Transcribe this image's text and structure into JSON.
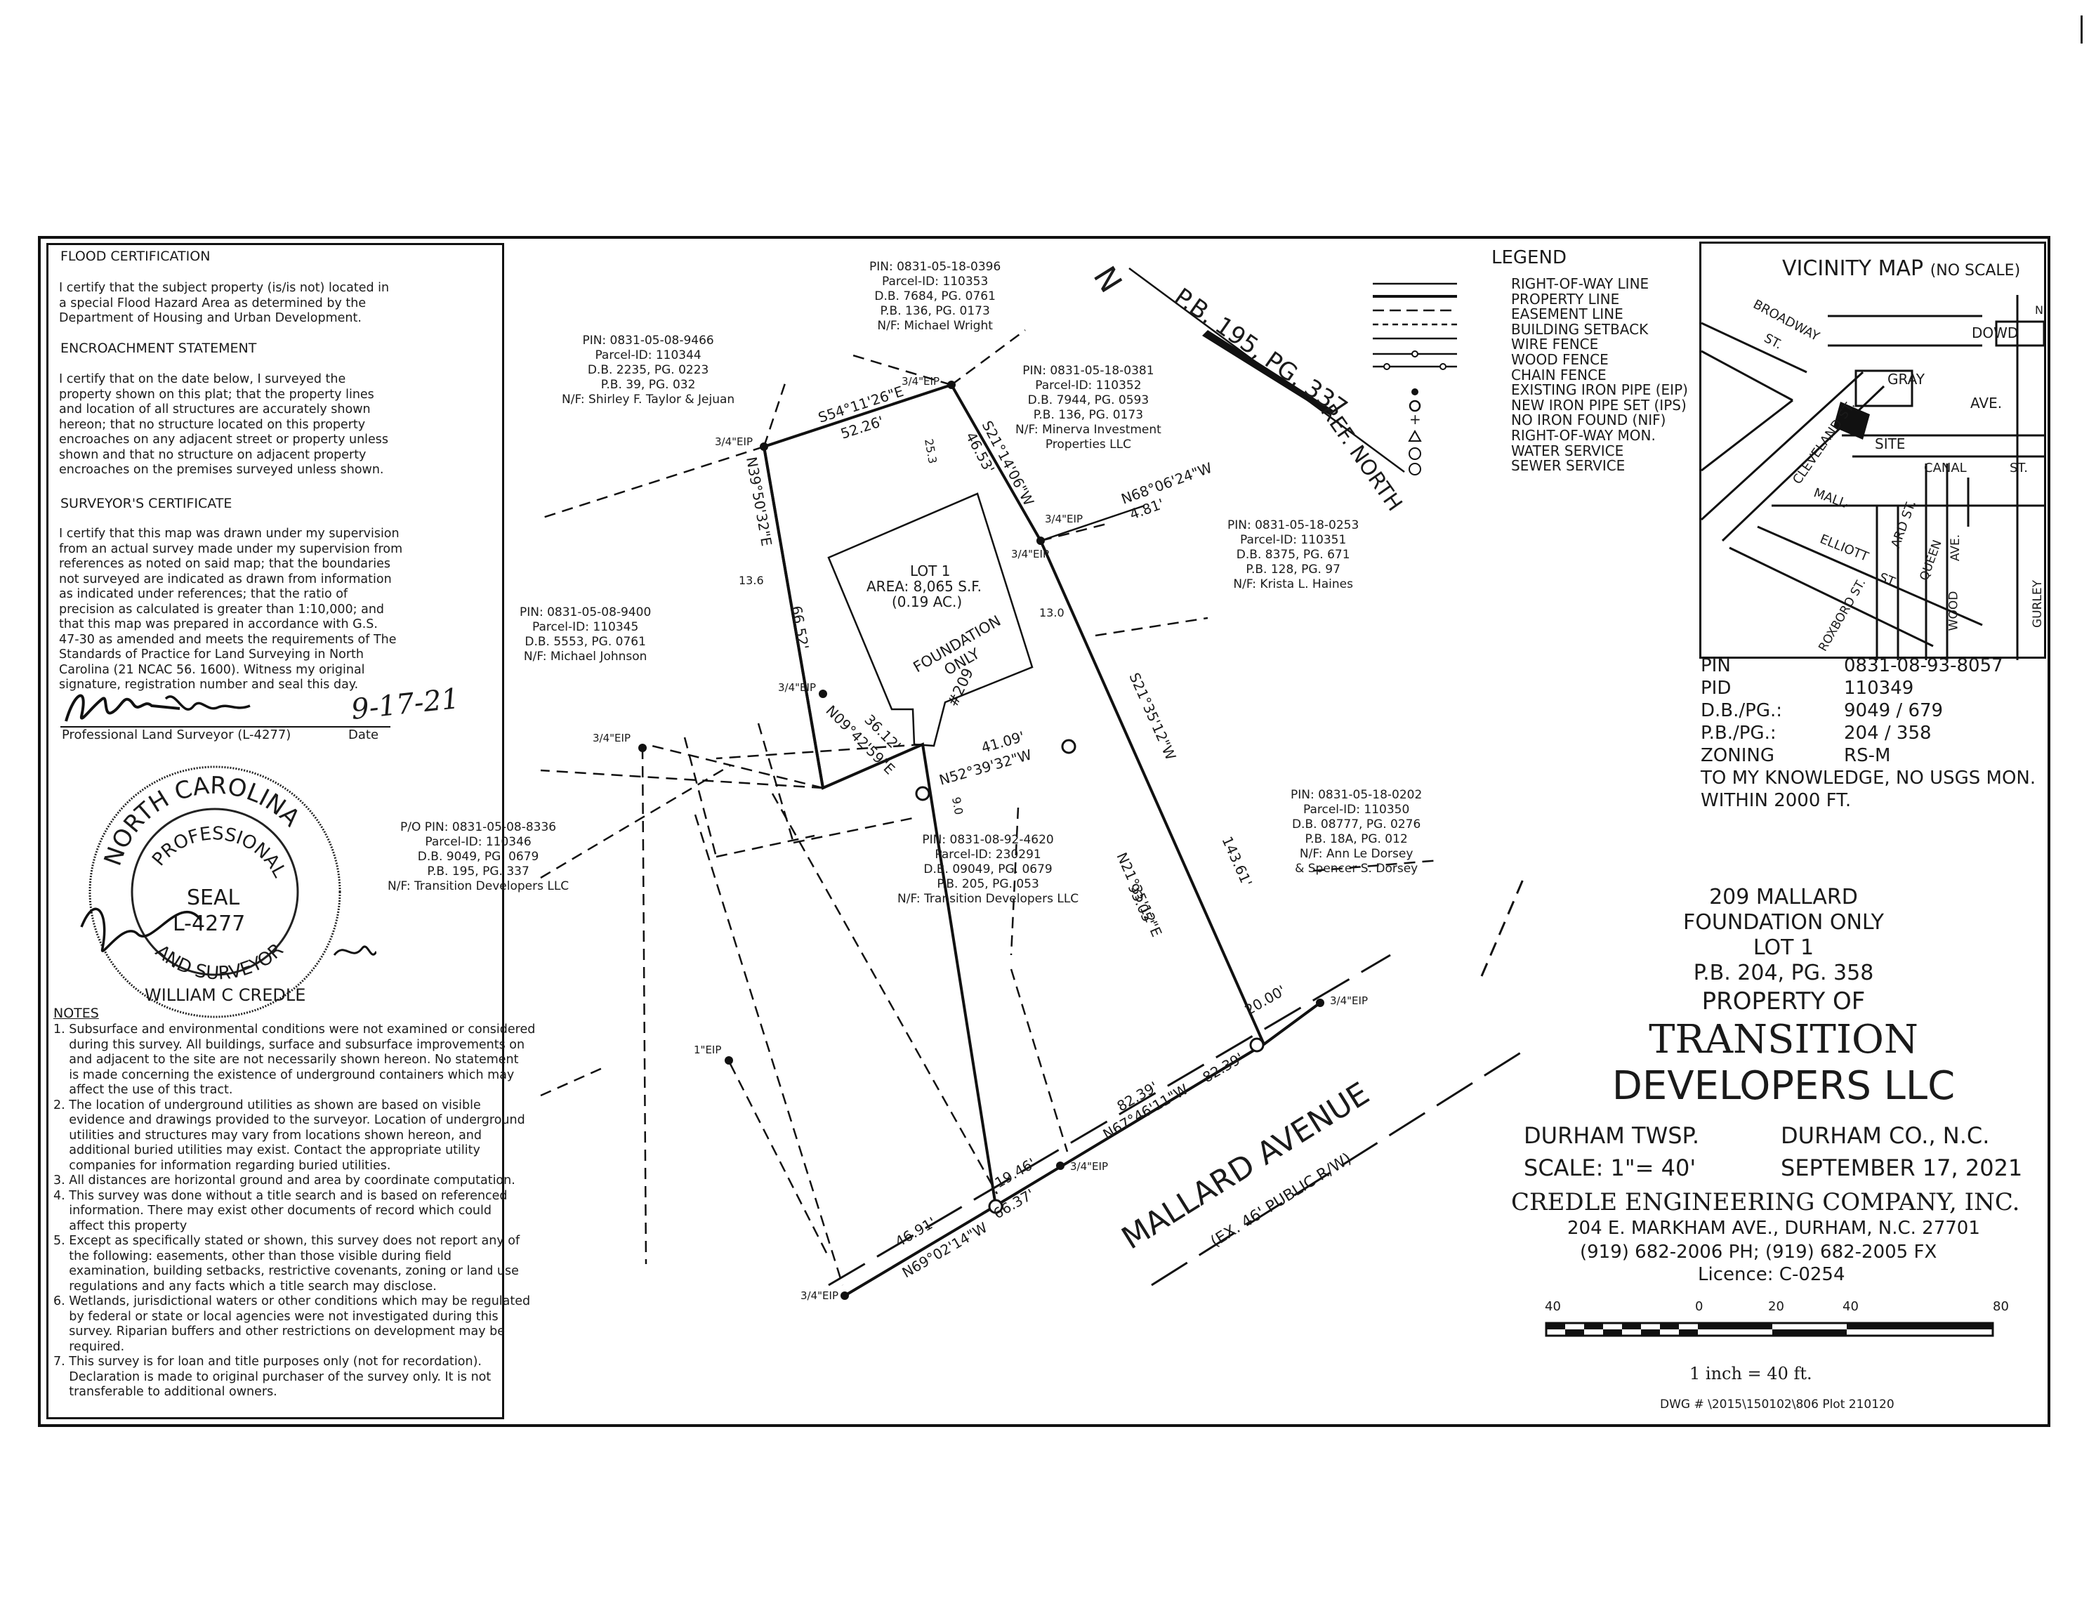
{
  "notes_panel": {
    "flood_title": "FLOOD CERTIFICATION",
    "flood_text": "I certify that the subject property (is/is not) located in\na special Flood Hazard Area as determined by the\nDepartment of Housing and Urban Development.",
    "encroach_title": "ENCROACHMENT STATEMENT",
    "encroach_text": "I certify that on the date below, I surveyed the\nproperty shown on this plat; that the property lines\nand location of all structures are accurately shown\nhereon; that no structure located on this property\nencroaches on any adjacent street or property unless\nshown and that no structure on adjacent property\nencroaches on the premises surveyed unless shown.",
    "surveyor_title": "SURVEYOR'S CERTIFICATE",
    "surveyor_text": "I certify that this map was drawn under my supervision\nfrom an actual survey made under my supervision from\nreferences as noted on said map; that the boundaries\nnot surveyed are indicated as drawn from information\nas indicated under references; that the ratio of\nprecision as calculated is greater than 1:10,000; and\nthat this map was prepared in accordance with G.S.\n47-30 as amended and meets the requirements of The\nStandards of Practice for Land Surveying in North\nCarolina (21 NCAC 56. 1600). Witness my original\nsignature, registration number and seal this day.",
    "signature_date": "9-17-21",
    "sig_caption_left": "Professional Land Surveyor (L-4277)",
    "sig_caption_right": "Date",
    "seal_top": "NORTH CAROLINA",
    "seal_mid": "PROFESSIONAL",
    "seal_word": "SEAL",
    "seal_number": "L-4277",
    "seal_bottom": "AND SURVEYOR",
    "seal_name": "WILLIAM C CREDLE",
    "notes_title": "NOTES",
    "notes_text": "1. Subsurface and environmental conditions were not examined or considered\n    during this survey. All buildings, surface and subsurface improvements on\n    and adjacent to the site are not necessarily shown hereon. No statement\n    is made concerning the existence of underground containers which may\n    affect the use of this tract.\n2. The location of underground utilities as shown are based on visible\n    evidence and drawings provided to the surveyor. Location of underground\n    utilities and structures may vary from locations shown hereon, and\n    additional buried utilities may exist. Contact the appropriate utility\n    companies for information regarding buried utilities.\n3. All distances are horizontal ground and area by coordinate computation.\n4. This survey was done without a title search and is based on referenced\n    information. There may exist other documents of record which could\n    affect this property\n5. Except as specifically stated or shown, this survey does not report any of\n    the following: easements, other than those visible during field\n    examination, building setbacks, restrictive covenants, zoning or land use\n    regulations and any facts which a title search may disclose.\n6. Wetlands, jurisdictional waters or other conditions which may be regulated\n    by federal or state or local agencies were not investigated during this\n    survey. Riparian buffers and other restrictions on development may be\n    required.\n7. This survey is for loan and title purposes only (not for recordation).\n    Declaration is made to original purchaser of the survey only. It is not\n    transferable to additional owners."
  },
  "parcels": {
    "wright": "PIN: 0831-05-18-0396\nParcel-ID: 110353\nD.B. 7684, PG. 0761\nP.B. 136, PG. 0173\nN/F: Michael Wright",
    "taylor": "PIN: 0831-05-08-9466\nParcel-ID: 110344\nD.B. 2235, PG. 0223\nP.B. 39, PG. 032\nN/F: Shirley F. Taylor & Jejuan",
    "minerva": "PIN: 0831-05-18-0381\nParcel-ID: 110352\nD.B. 7944, PG. 0593\nP.B. 136, PG. 0173\nN/F: Minerva Investment\nProperties LLC",
    "haines": "PIN: 0831-05-18-0253\nParcel-ID: 110351\nD.B. 8375, PG. 671\nP.B. 128, PG. 97\nN/F: Krista L. Haines",
    "johnson": "PIN: 0831-05-08-9400\nParcel-ID: 110345\nD.B. 5553, PG. 0761\nN/F: Michael Johnson",
    "dorsey": "PIN: 0831-05-18-0202\nParcel-ID: 110350\nD.B. 08777, PG. 0276\nP.B. 18A, PG. 012\nN/F: Ann Le Dorsey\n& Spencer S. Dorsey",
    "transition_a": "P/O PIN: 0831-05-08-8336\nParcel-ID: 110346\nD.B. 9049, PG. 0679\nP.B. 195, PG. 337\nN/F: Transition Developers LLC",
    "transition_b": "PIN: 0831-08-92-4620\nParcel-ID: 230291\nD.B. 09049, PG. 0679\nP.B. 205, PG. 053\nN/F: Transition Developers LLC"
  },
  "plat": {
    "north_ref": "P.B. 195, PG. 337",
    "north_ref2": "REF. NORTH",
    "north_letter": "N",
    "lot_label": "LOT 1",
    "lot_area": "AREA: 8,065 S.F.",
    "lot_acres": "(0.19 AC.)",
    "foundation": "FOUNDATION",
    "foundation2": "ONLY",
    "house_no": "#209",
    "road_name": "MALLARD AVENUE",
    "road_sub": "(EX. 46' PUBLIC R/W)",
    "bearings": {
      "b1": "S54°11'26\"E",
      "d1": "52.26'",
      "b2": "S21°14'06\"W",
      "d2": "46.53'",
      "b3": "N68°06'24\"W",
      "d3": "4.81'",
      "b4": "S21°35'12\"W",
      "d4": "143.61'",
      "b5": "N21°35'12\"E",
      "d5": "93.05'",
      "b6": "N39°50'32\"E",
      "d6": "66.52'",
      "b7": "N09°42'59\"E",
      "d7": "36.12'",
      "b8": "N52°39'32\"W",
      "d8": "41.09'",
      "b9": "N67°46'11\"W",
      "d9": "82.39'",
      "d9b": "82.39'",
      "d10": "20.00'",
      "b11": "N69°02'14\"W",
      "d11": "46.91'",
      "d11b": "19.46'",
      "d11c": "66.37'"
    },
    "dims": {
      "a": "25.3",
      "b": "13.6",
      "c": "13.0",
      "d": "9.0"
    },
    "pins": {
      "eip": "3/4\"EIP",
      "eip1": "1\"EIP"
    }
  },
  "legend": {
    "title": "LEGEND",
    "items": [
      "RIGHT-OF-WAY LINE",
      "PROPERTY LINE",
      "EASEMENT LINE",
      "BUILDING SETBACK",
      "WIRE FENCE",
      "WOOD FENCE",
      "CHAIN FENCE",
      "EXISTING IRON PIPE (EIP)",
      "NEW IRON PIPE SET (IPS)",
      "NO IRON FOUND (NIF)",
      "RIGHT-OF-WAY MON.",
      "WATER SERVICE",
      "SEWER SERVICE"
    ]
  },
  "vicinity": {
    "title": "VICINITY MAP",
    "note": "(NO SCALE)",
    "streets": [
      "BROADWAY",
      "ST.",
      "DOWD",
      "GRAY",
      "AVE.",
      "CLEVELAND ST.",
      "SITE",
      "CANAL",
      "ST.",
      "MALL-",
      "ARD ST.",
      "ELLIOTT",
      "ST.",
      "QUEEN",
      "AVE.",
      "ROXBORO ST.",
      "WOOD",
      "GURLEY"
    ],
    "n": "N"
  },
  "property_info": {
    "rows": [
      [
        "PIN",
        "0831-08-93-8057"
      ],
      [
        "PID",
        "110349"
      ],
      [
        "D.B./PG.:",
        "9049 / 679"
      ],
      [
        "P.B./PG.:",
        "204 / 358"
      ],
      [
        "ZONING",
        "RS-M"
      ]
    ],
    "usgs1": "TO MY KNOWLEDGE, NO USGS MON.",
    "usgs2": "WITHIN 2000 FT."
  },
  "title_block": {
    "line1": "209 MALLARD",
    "line2": "FOUNDATION ONLY",
    "line3": "LOT 1",
    "line4": "P.B. 204, PG. 358",
    "line5": "PROPERTY OF",
    "owner1": "TRANSITION",
    "owner2": "DEVELOPERS LLC",
    "twsp": "DURHAM TWSP.",
    "county": "DURHAM CO., N.C.",
    "scale": "SCALE:  1\"= 40'",
    "date": "SEPTEMBER 17, 2021",
    "company": "CREDLE ENGINEERING COMPANY, INC.",
    "address": "204 E. MARKHAM AVE., DURHAM, N.C. 27701",
    "phone": "(919) 682-2006 PH; (919) 682-2005 FX",
    "licence": "Licence: C-0254",
    "scale_ticks": [
      "40",
      "0",
      "20",
      "40",
      "80"
    ],
    "scale_text": "1 inch  =  40  ft.",
    "dwg": "DWG # \\2015\\150102\\806 Plot 210120"
  }
}
